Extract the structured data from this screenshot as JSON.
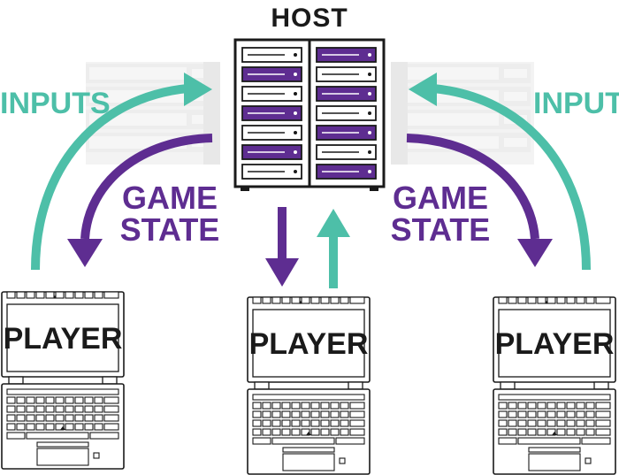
{
  "host": {
    "label": "HOST"
  },
  "left": {
    "inputs_label": "INPUTS",
    "state_line1": "GAME",
    "state_line2": "STATE"
  },
  "right": {
    "inputs_label": "INPUTS",
    "state_line1": "GAME",
    "state_line2": "STATE"
  },
  "players": [
    {
      "label": "PLAYER"
    },
    {
      "label": "PLAYER"
    },
    {
      "label": "PLAYER"
    }
  ],
  "colors": {
    "inputs": "#4dbfa8",
    "game_state": "#5e2d91",
    "outline": "#1a1a1a",
    "server_bg": "#ebebeb"
  },
  "icons": [
    "server-rack-icon",
    "laptop-icon",
    "arrow-icon"
  ]
}
